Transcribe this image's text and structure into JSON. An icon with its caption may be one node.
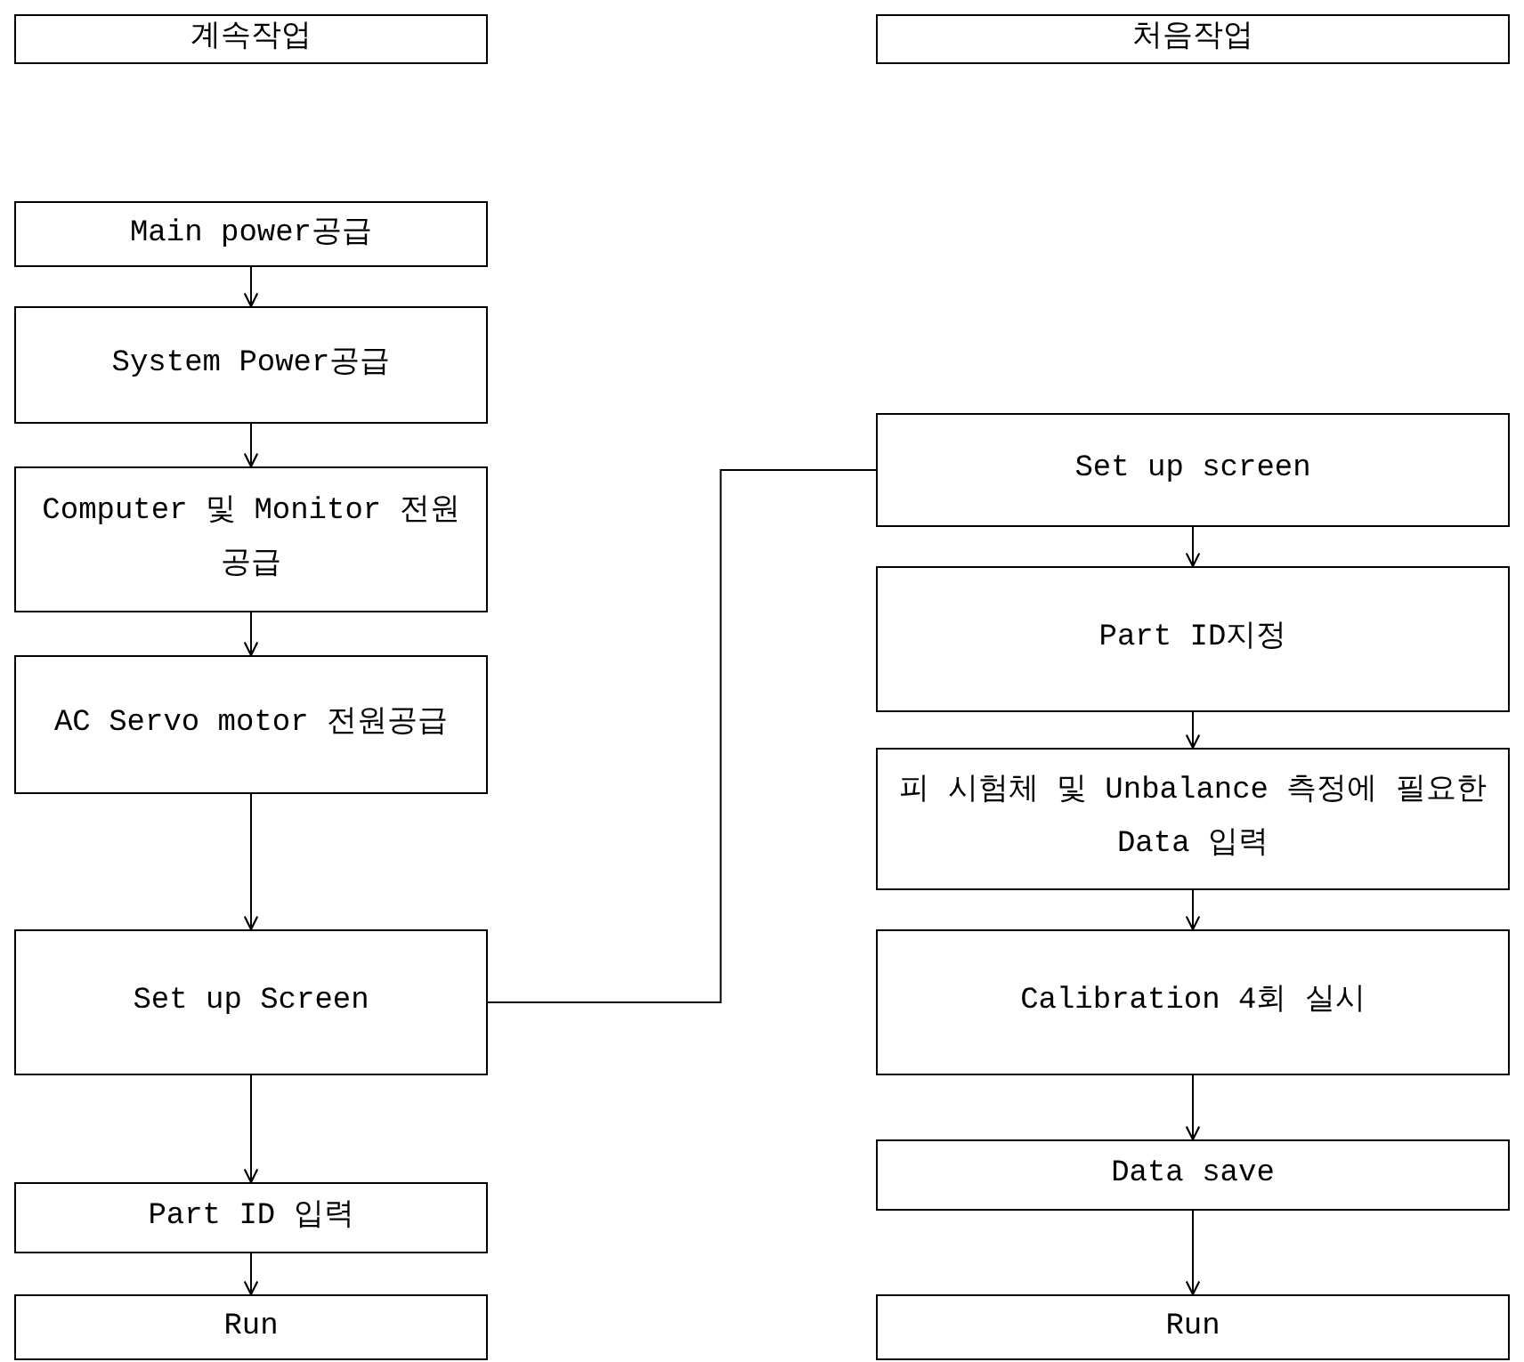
{
  "diagram": {
    "nodes": [
      {
        "text": [
          "계속작업"
        ]
      },
      {
        "text": [
          "Main power공급"
        ]
      },
      {
        "text": [
          "System Power공급"
        ]
      },
      {
        "text": [
          "Computer 및 Monitor 전원공급"
        ]
      },
      {
        "text": [
          "AC Servo motor 전원공급"
        ]
      },
      {
        "text": [
          "Set up Screen"
        ]
      },
      {
        "text": [
          "Part ID 입력"
        ]
      },
      {
        "text": [
          "Run"
        ]
      },
      {
        "text": [
          "처음작업"
        ]
      },
      {
        "text": [
          "Set up screen"
        ]
      },
      {
        "text": [
          "Part ID지정"
        ]
      },
      {
        "text": [
          "피 시험체 및 Unbalance 측정에 필요한 Data 입력"
        ]
      },
      {
        "text": [
          "Calibration 4회 실시"
        ]
      },
      {
        "text": [
          "Data save"
        ]
      },
      {
        "text": [
          "Run"
        ]
      }
    ],
    "edges": [
      {
        "from": 1,
        "to": 2,
        "arrow": "to"
      },
      {
        "from": 2,
        "to": 3,
        "arrow": "to"
      },
      {
        "from": 3,
        "to": 4,
        "arrow": "to"
      },
      {
        "from": 4,
        "to": 5,
        "arrow": "to"
      },
      {
        "from": 5,
        "to": 6,
        "arrow": "to"
      },
      {
        "from": 6,
        "to": 7,
        "arrow": "to"
      },
      {
        "from": 5,
        "to": 9,
        "arrow": "none"
      },
      {
        "from": 9,
        "to": 10,
        "arrow": "to"
      },
      {
        "from": 10,
        "to": 11,
        "arrow": "to"
      },
      {
        "from": 11,
        "to": 12,
        "arrow": "to"
      },
      {
        "from": 12,
        "to": 13,
        "arrow": "to"
      },
      {
        "from": 13,
        "to": 14,
        "arrow": "to"
      }
    ]
  }
}
